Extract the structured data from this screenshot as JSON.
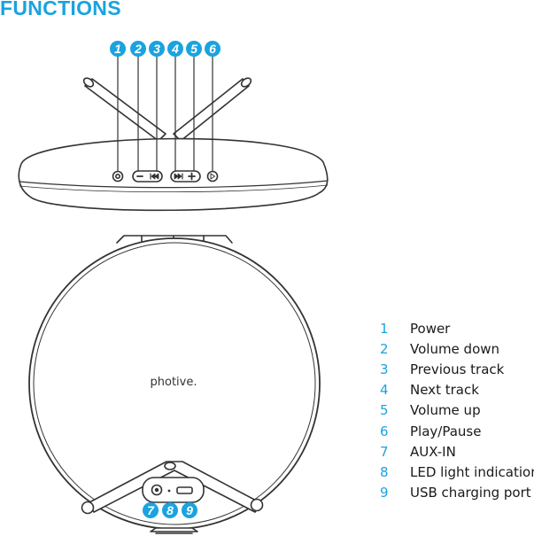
{
  "title": "FUNCTIONS",
  "brand_logo": "photive.",
  "top_badges": [
    "1",
    "2",
    "3",
    "4",
    "5",
    "6"
  ],
  "bottom_badges": [
    "7",
    "8",
    "9"
  ],
  "legend": [
    {
      "num": "1",
      "label": "Power"
    },
    {
      "num": "2",
      "label": "Volume down"
    },
    {
      "num": "3",
      "label": "Previous track"
    },
    {
      "num": "4",
      "label": "Next track"
    },
    {
      "num": "5",
      "label": "Volume up"
    },
    {
      "num": "6",
      "label": "Play/Pause"
    },
    {
      "num": "7",
      "label": "AUX-IN"
    },
    {
      "num": "8",
      "label": "LED light indication"
    },
    {
      "num": "9",
      "label": "USB charging port"
    }
  ],
  "colors": {
    "accent": "#1aa3df",
    "line": "#333333",
    "text": "#1a1a1a"
  }
}
